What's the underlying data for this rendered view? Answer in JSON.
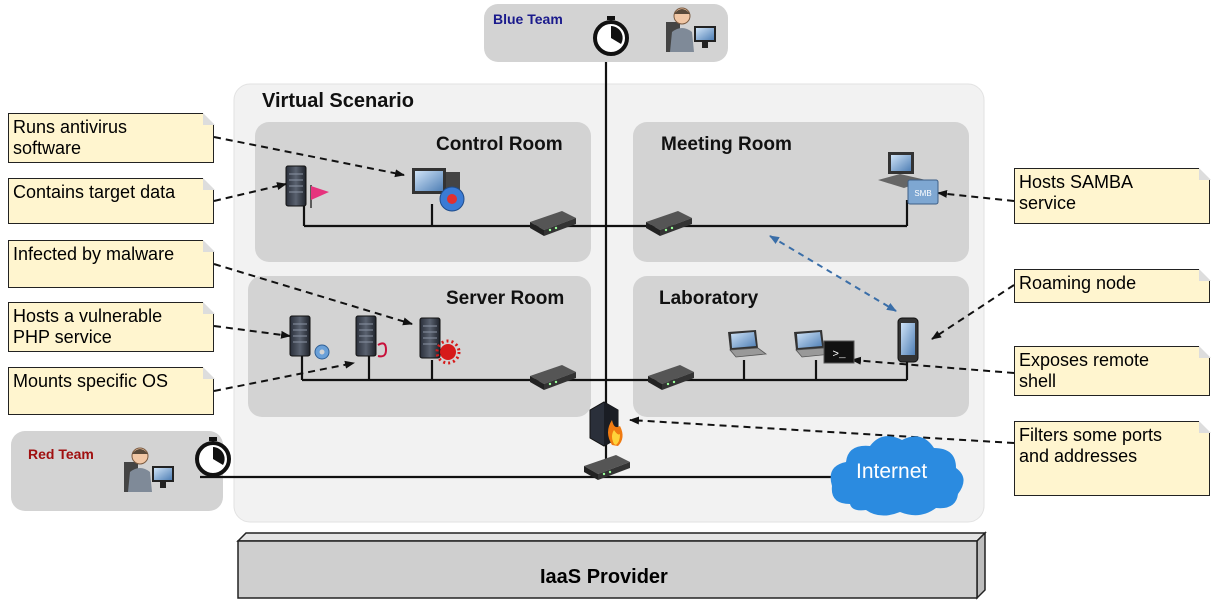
{
  "scenario_title": "Virtual Scenario",
  "teams": {
    "blue": {
      "label": "Blue Team",
      "color": "#1a1a8c"
    },
    "red": {
      "label": "Red Team",
      "color": "#a01010"
    }
  },
  "rooms": {
    "control": "Control Room",
    "meeting": "Meeting Room",
    "server": "Server Room",
    "lab": "Laboratory"
  },
  "internet_label": "Internet",
  "provider_label": "IaaS Provider",
  "notes": [
    {
      "id": "antivirus",
      "text": "Runs antivirus\nsoftware"
    },
    {
      "id": "target",
      "text": "Contains target data"
    },
    {
      "id": "malware",
      "text": "Infected by malware"
    },
    {
      "id": "php",
      "text": "Hosts a vulnerable\nPHP service"
    },
    {
      "id": "os",
      "text": "Mounts specific OS"
    },
    {
      "id": "samba",
      "text": "Hosts SAMBA\nservice"
    },
    {
      "id": "roaming",
      "text": "Roaming node"
    },
    {
      "id": "shell",
      "text": "Exposes remote\nshell"
    },
    {
      "id": "firewall",
      "text": "Filters some ports\nand addresses"
    }
  ],
  "icon_labels": {
    "smb": "SMB",
    "prompt": ">_"
  },
  "colors": {
    "panel": "#f2f2f2",
    "room": "#d3d3d3",
    "note_fill": "#fff5cf",
    "roaming_arrow": "#3a6ea8",
    "internet_cloud": "#2b8be0"
  }
}
